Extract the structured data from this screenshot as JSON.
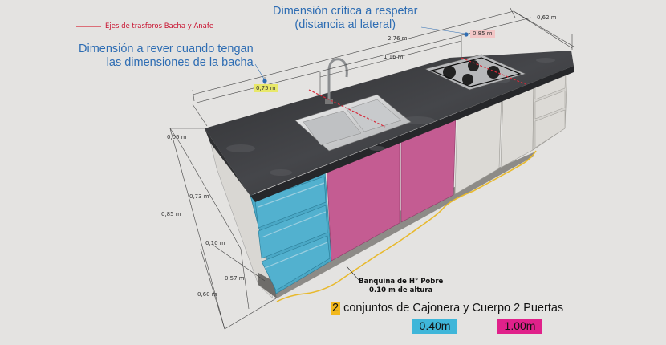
{
  "legend": {
    "text": "Ejes de trasforos Bacha y Anafe",
    "line_color": "#d62a3a"
  },
  "notes": {
    "critical_line1": "Dimensión crítica a respetar",
    "critical_line2": "(distancia al lateral)",
    "review_line1": "Dimensión a rever cuando tengan",
    "review_line2": "las dimensiones de la bacha"
  },
  "dimensions": {
    "total_length": "2,76 m",
    "depth": "0,62 m",
    "cooktop_offset": "0,85 m",
    "sink_to_cooktop": "1,16 m",
    "sink_offset": "0,75 m",
    "countertop_thickness": "0,05 m",
    "body_height": "0,73 m",
    "total_height": "0,85 m",
    "plinth_height": "0,10 m",
    "drawer_height": "0,57 m",
    "base_height": "0,60 m"
  },
  "banquina": {
    "line1": "Banquina de H° Pobre",
    "line2": "0.10 m de altura"
  },
  "summary": {
    "count": "2",
    "text": "conjuntos de Cajonera y Cuerpo 2 Puertas",
    "blue_value": "0.40m",
    "pink_value": "1.00m"
  },
  "colors": {
    "background": "#e4e3e1",
    "countertop": "#3a3b3d",
    "drawer_blue": "#4aa8c6",
    "door_pink": "#c45c92",
    "cabinet_white": "#dcdad6",
    "note_blue": "#2e6db3",
    "highlight_yellow": "#f2b81c",
    "box_blue": "#3fb6d9",
    "box_pink": "#e0218a"
  }
}
